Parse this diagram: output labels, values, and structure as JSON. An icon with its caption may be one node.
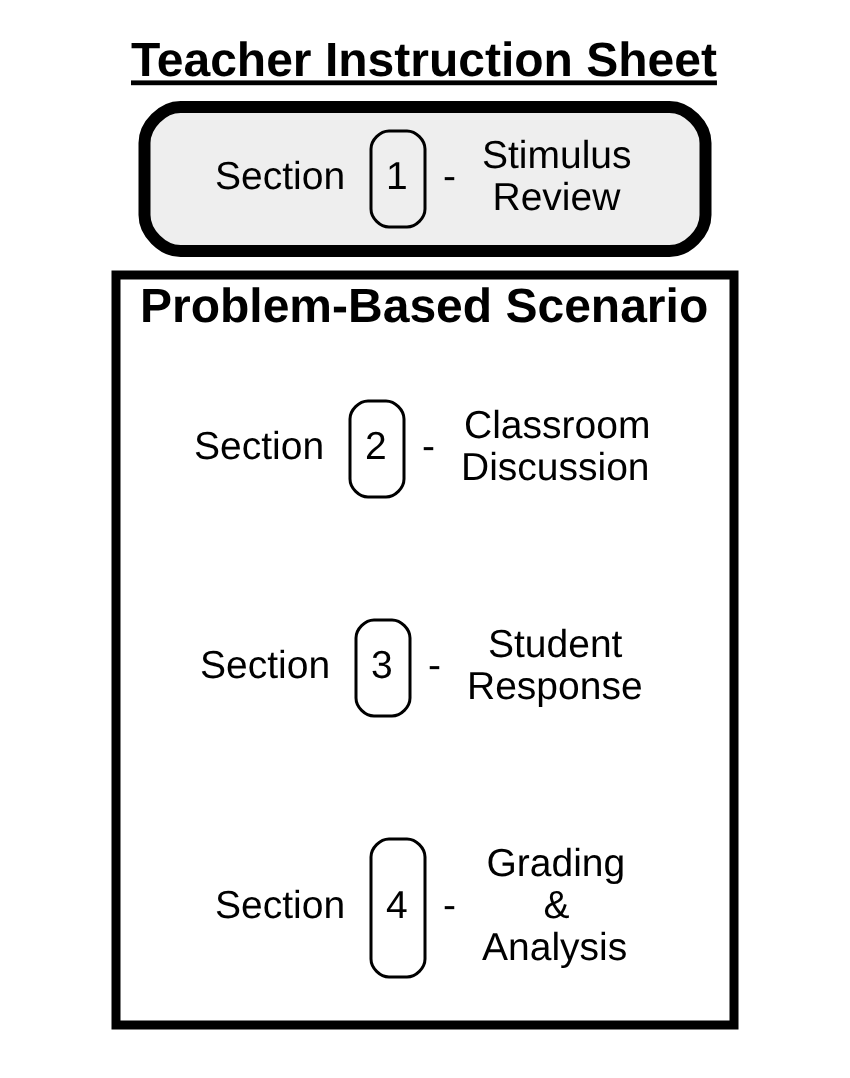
{
  "diagram": {
    "title": "Teacher Instruction Sheet",
    "nodes": [
      {
        "text": [
          "Problem-Based Scenario"
        ]
      },
      {
        "text": [
          "Section",
          "1",
          "-",
          "Stimulus Review"
        ]
      },
      {
        "text": [
          "Section",
          "2",
          "-",
          "Classroom Discussion"
        ],
        "in": 0
      },
      {
        "text": [
          "Section",
          "3",
          "-",
          "Student Response"
        ],
        "in": 0
      },
      {
        "text": [
          "Section",
          "4",
          "-",
          "Grading & Analysis"
        ],
        "in": 0
      }
    ],
    "edges": []
  }
}
